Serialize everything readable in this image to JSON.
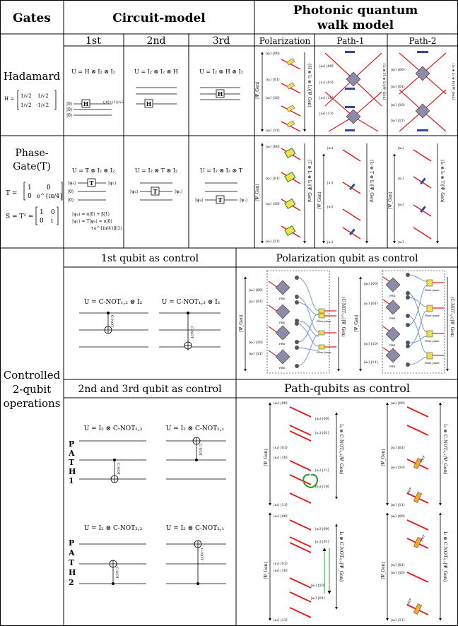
{
  "table": {
    "col_gates": "Gates",
    "col_circuit": "Circuit-model",
    "col_photonic_1": "Photonic quantum",
    "col_photonic_2": "walk model",
    "sub_1st": "1st",
    "sub_2nd": "2nd",
    "sub_3rd": "3rd",
    "sub_polarization": "Polarization",
    "sub_path1": "Path-1",
    "sub_path2": "Path-2"
  },
  "hadamard": {
    "label": "Hadamard",
    "matrix_name": "H =",
    "matrix": [
      "1/√2",
      "1/√2",
      "1/√2",
      "-1/√2"
    ],
    "u1": "U = H ⊗ I₂ ⊗ I₂",
    "u2": "U = I₂ ⊗ I₂ ⊗ H",
    "u3": "U = I₂ ⊗ H ⊗ I₂",
    "gate": "H",
    "ket0": "|0⟩",
    "out_plus": "(|0⟩+|1⟩)/√2",
    "photonic_pol": "(H ⊗ I₂ ⊗ I₂)|Ψ_Gen⟩",
    "photonic_p1": "(I₂ ⊗ H ⊗ I₂)|Ψ_Gen⟩",
    "photonic_p2": "(I₂ ⊗ I₂ ⊗ H)|Ψ_Gen⟩"
  },
  "phase": {
    "label_1": "Phase-",
    "label_2": "Gate(T)",
    "t_name": "T =",
    "t_matrix": [
      "1",
      "0",
      "0",
      "e^{iπ/4}"
    ],
    "s_name": "S = T² =",
    "s_matrix": [
      "1",
      "0",
      "0",
      "i"
    ],
    "u1": "U = T ⊗ I₂ ⊗ I₂",
    "u2": "U = I₂ ⊗ T ⊗ I₂",
    "u3": "U = I₂ ⊗ I₂ ⊗ T",
    "gate": "T",
    "psi0": "|ψ₀⟩",
    "psi1": "|ψ₁⟩",
    "ket0": "|0⟩",
    "eq1": "|ψ₀⟩ = α|0⟩ + β|1⟩",
    "eq2": "|ψ₁⟩ = T|ψ₀⟩ = α|0⟩",
    "eq3": "+e^{iπ/4}β|1⟩",
    "photonic_pol": "(T ⊗ I₂ ⊗ I₂)|Ψ_Gen⟩",
    "photonic_p1": "(I₂ ⊗ T ⊗ I₂)|Ψ_Gen⟩",
    "photonic_p2": "(I₂ ⊗ I₂ ⊗ T)|Ψ_Gen⟩"
  },
  "controlled": {
    "label_1": "Controlled",
    "label_2": "2-qubit",
    "label_3": "operations",
    "first_qubit_title": "1st qubit as control",
    "pol_control_title": "Polarization qubit as control",
    "second_third_title": "2nd and 3rd  qubit as control",
    "path_control_title": "Path-qubits as control",
    "u_cnot12": "U = C-NOT₁,₂ ⊗ I₂",
    "u_cnot13": "U = C-NOT₁,₃ ⊗ I₂",
    "u_cnot23": "U = I₂ ⊗ C-NOT₂,₃",
    "u_cnot21": "U = I₂ ⊗ C-NOT₂,₁",
    "u_cnot32": "U = I₂ ⊗ C-NOT₃,₂",
    "u_cnot31": "U = I₂ ⊗ C-NOT₃,₁",
    "cnot": "C-NOT",
    "path1_letters": [
      "P",
      "A",
      "T",
      "H",
      "1"
    ],
    "path2_letters": [
      "P",
      "A",
      "T",
      "H",
      "2"
    ],
    "pol_cnot12": "(C-NOT₁,₂)|Ψ_Gen⟩",
    "pol_cnot13": "(C-NOT₁,₃)|Ψ_Gen⟩",
    "path_cnot23": "I₂ ⊗ C-NOT₂,₃|Ψ_Gen⟩",
    "path_cnot21": "I₂ ⊗ C-NOT₂,₁|Ψ_Gen⟩",
    "path_cnot32": "I₂ ⊗ C-NOT₃,₂|Ψ_Gen⟩",
    "path_cnot31": "I₂ ⊗ C-NOT₃,₁|Ψ_Gen⟩",
    "pbs": "PBS",
    "fiber_joiner": "Fiber joiner",
    "hwp": "HWP"
  },
  "states": {
    "psi_gen": "|Ψ_Gen⟩",
    "s0": "|s₀⟩ |00⟩",
    "s1": "|s₁⟩ |01⟩",
    "s2": "|s₂⟩ |10⟩",
    "s3": "|s₃⟩ |11⟩",
    "s0_short": "|s₀⟩",
    "s1_short": "|s₁⟩",
    "s2_short": "|s₂⟩",
    "s3_short": "|s₃⟩",
    "s0r": "|s₀⟩ |00⟩",
    "s1r": "|s₁⟩ |01⟩",
    "s2r": "|s₂⟩ |11⟩",
    "s3r": "|s₃⟩ |10⟩",
    "s2r_b": "|s₂⟩ |10⟩",
    "s3r_b": "|s₃⟩ |01⟩"
  },
  "colors": {
    "beam": "#e41a1c",
    "splitter": "#8c8ca8",
    "plate": "#2f4aa0",
    "yellow": "#f4e04a",
    "green": "#2ca02c",
    "fiber": "#6b8fd6",
    "hwp_fill": "#f5a623"
  }
}
